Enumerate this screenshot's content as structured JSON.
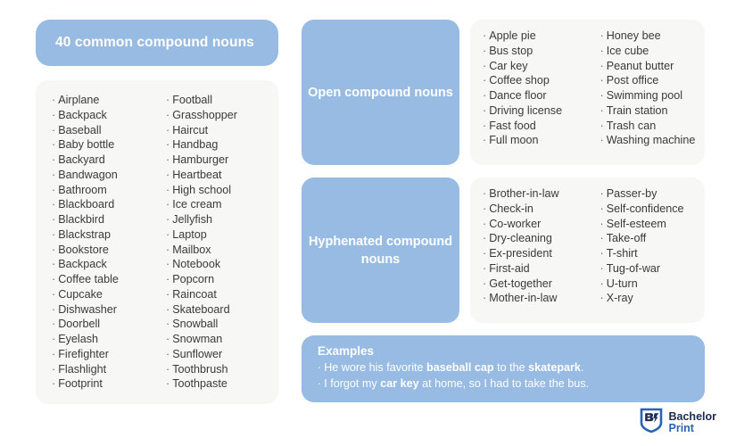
{
  "title_pill": {
    "label": "40 common compound nouns"
  },
  "main_list": {
    "column_left": [
      "Airplane",
      "Backpack",
      "Baseball",
      "Baby bottle",
      "Backyard",
      "Bandwagon",
      "Bathroom",
      "Blackboard",
      "Blackbird",
      "Blackstrap",
      "Bookstore",
      "Backpack",
      "Coffee table",
      "Cupcake",
      "Dishwasher",
      "Doorbell",
      "Eyelash",
      "Firefighter",
      "Flashlight",
      "Footprint"
    ],
    "column_right": [
      "Football",
      "Grasshopper",
      "Haircut",
      "Handbag",
      "Hamburger",
      "Heartbeat",
      "High school",
      "Ice cream",
      "Jellyfish",
      "Laptop",
      "Mailbox",
      "Notebook",
      "Popcorn",
      "Raincoat",
      "Skateboard",
      "Snowball",
      "Snowman",
      "Sunflower",
      "Toothbrush",
      "Toothpaste"
    ]
  },
  "sections": [
    {
      "label": "Open compound nouns",
      "column_left": [
        "Apple pie",
        "Bus stop",
        "Car key",
        "Coffee shop",
        "Dance floor",
        "Driving license",
        "Fast food",
        "Full moon"
      ],
      "column_right": [
        "Honey bee",
        "Ice cube",
        "Peanut butter",
        "Post office",
        "Swimming pool",
        "Train station",
        "Trash can",
        "Washing machine"
      ]
    },
    {
      "label": "Hyphenated compound nouns",
      "column_left": [
        "Brother-in-law",
        "Check-in",
        "Co-worker",
        "Dry-cleaning",
        "Ex-president",
        "First-aid",
        "Get-together",
        "Mother-in-law"
      ],
      "column_right": [
        "Passer-by",
        "Self-confidence",
        "Self-esteem",
        "Take-off",
        "T-shirt",
        "Tug-of-war",
        "U-turn",
        "X-ray"
      ]
    }
  ],
  "examples": {
    "title": "Examples",
    "lines": [
      [
        {
          "text": "He wore his favorite ",
          "bold": false
        },
        {
          "text": "baseball cap",
          "bold": true
        },
        {
          "text": " to the ",
          "bold": false
        },
        {
          "text": "skatepark",
          "bold": true
        },
        {
          "text": ".",
          "bold": false
        }
      ],
      [
        {
          "text": "I forgot my ",
          "bold": false
        },
        {
          "text": "car key",
          "bold": true
        },
        {
          "text": " at home, so I had to take the bus.",
          "bold": false
        }
      ]
    ]
  },
  "logo": {
    "icon": "bachelorprint-shield-icon",
    "word_1": "Bachelor",
    "word_2": "Print"
  },
  "colors": {
    "blue": "#97bbe2",
    "light_panel": "#f7f7f5",
    "text": "#3a3a3a",
    "logo_dark": "#1b2c4f",
    "logo_blue": "#2a63b5"
  },
  "bullet": "·"
}
